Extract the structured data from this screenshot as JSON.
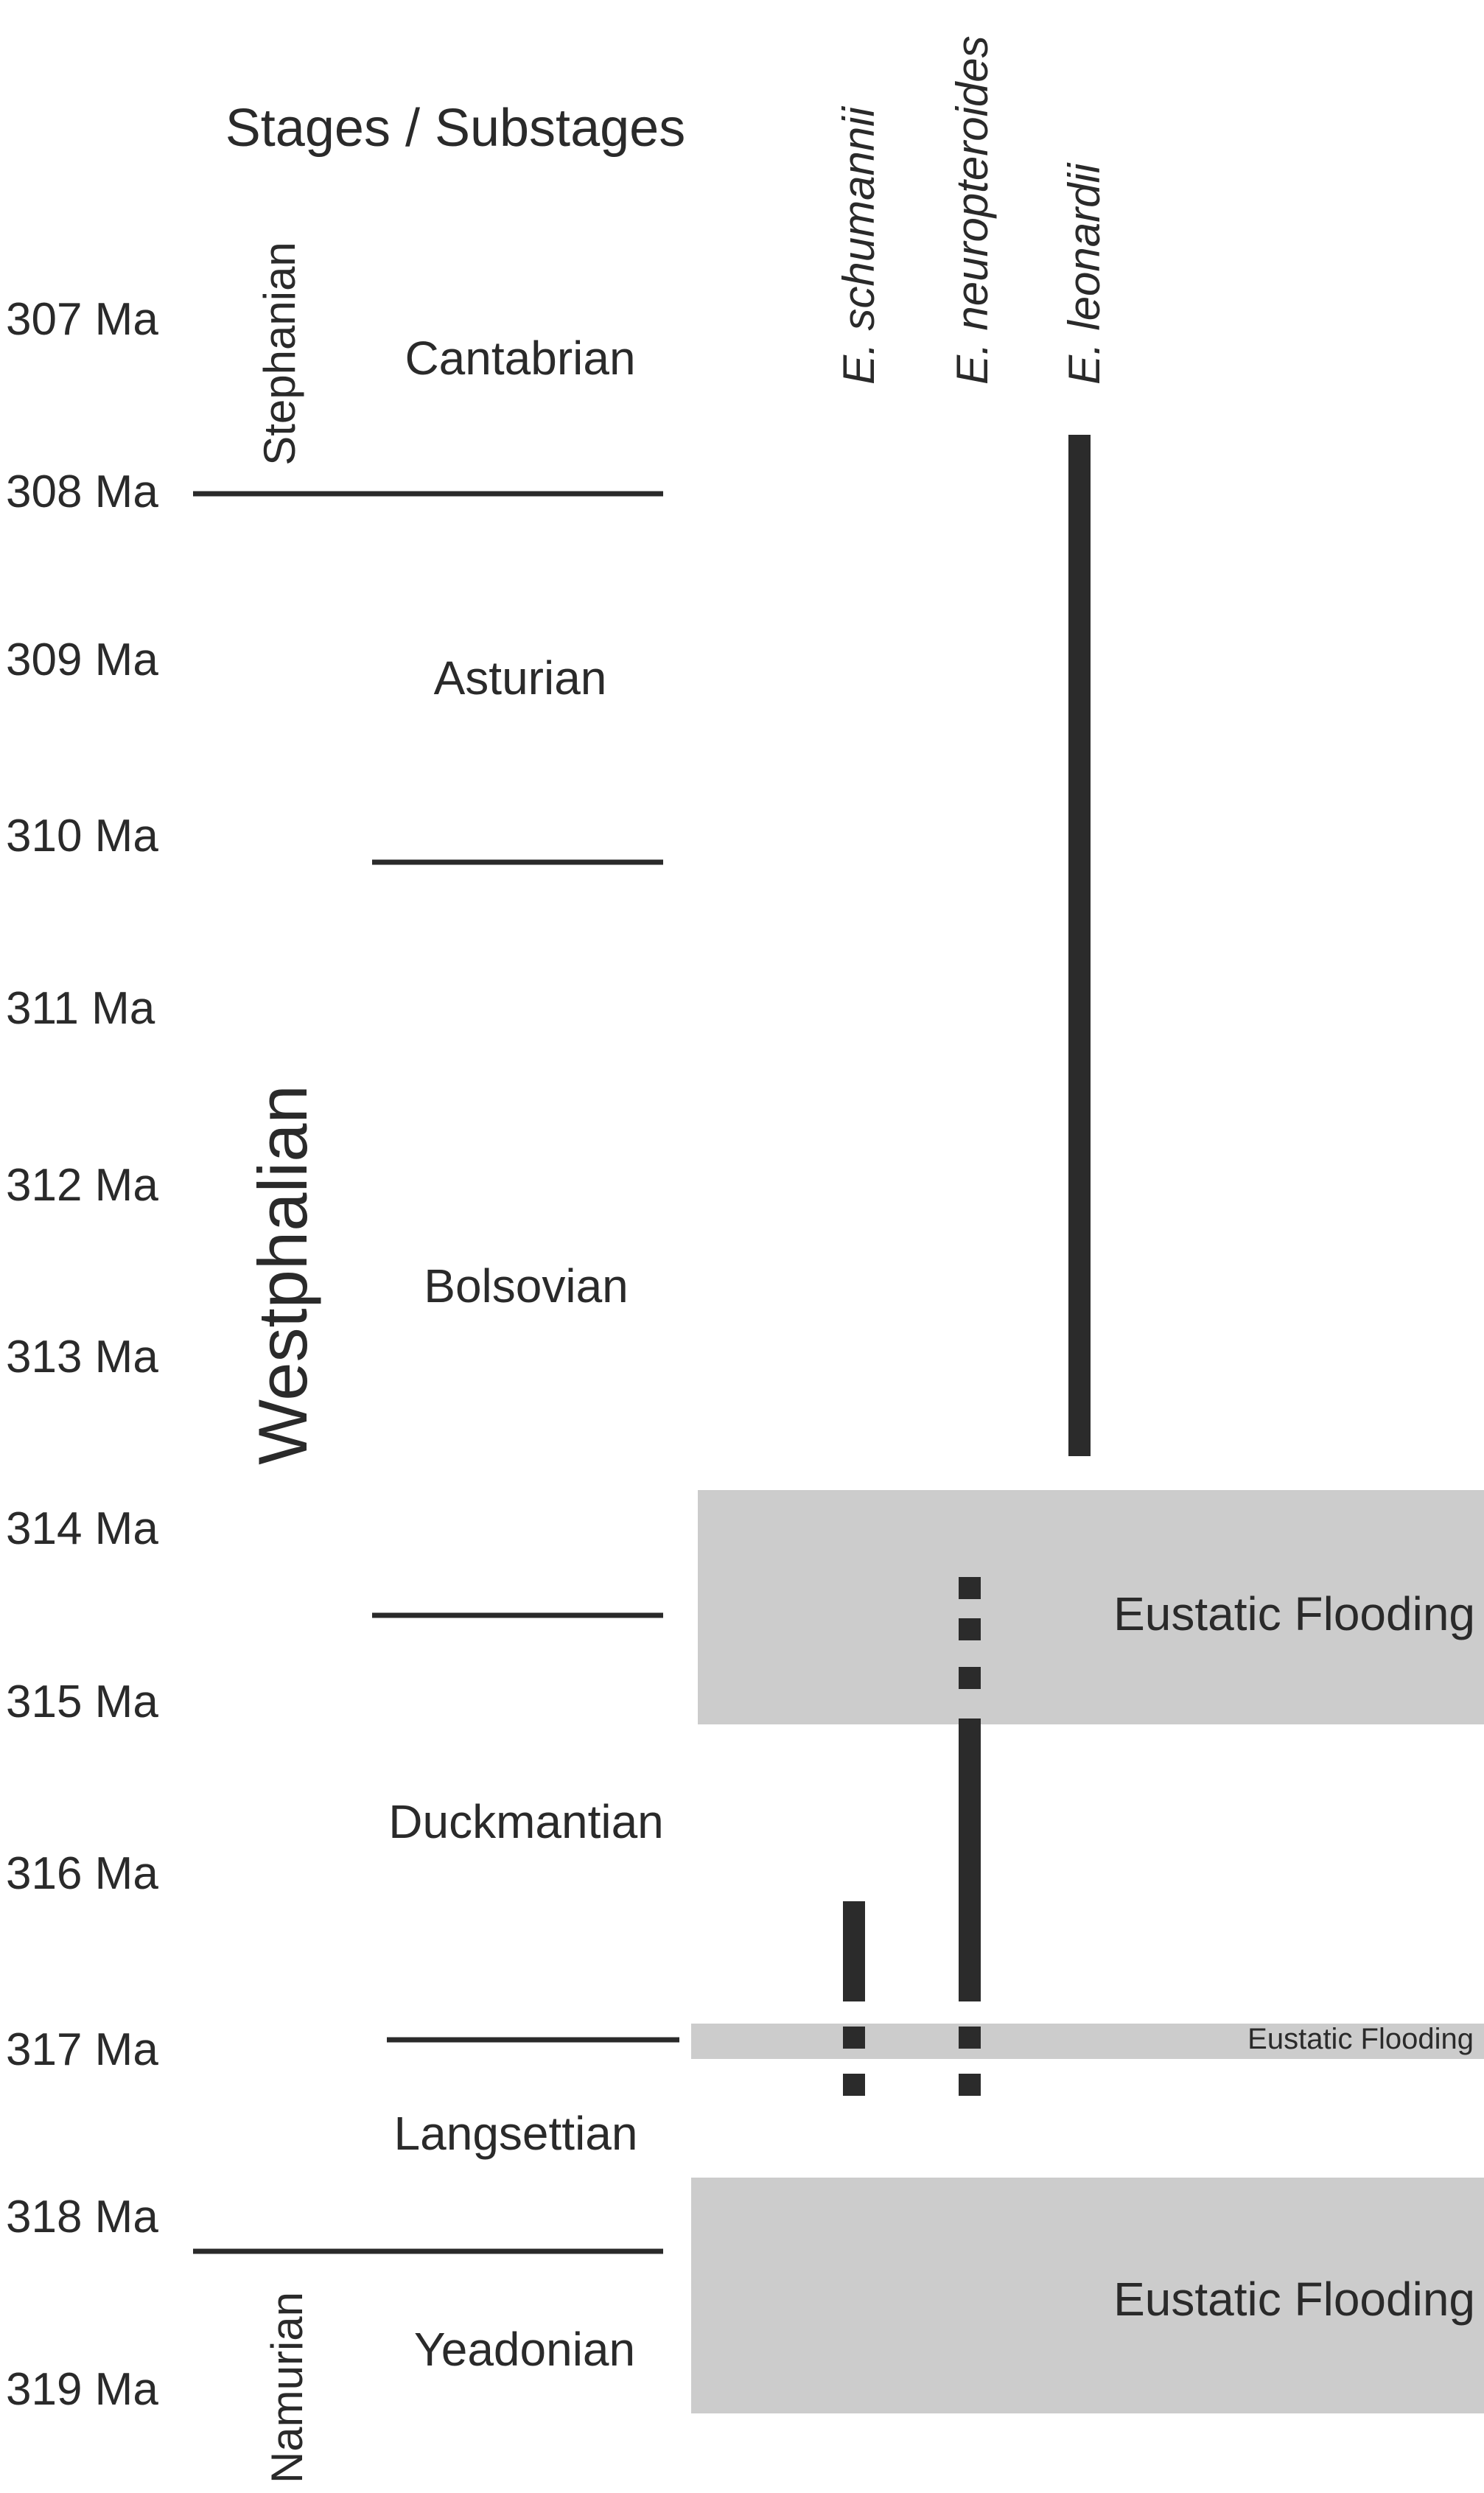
{
  "title": "Stages / Substages",
  "ages": [
    "307 Ma",
    "308 Ma",
    "309 Ma",
    "310 Ma",
    "311 Ma",
    "312 Ma",
    "313 Ma",
    "314 Ma",
    "315 Ma",
    "316 Ma",
    "317 Ma",
    "318 Ma",
    "319 Ma"
  ],
  "stages": [
    {
      "label": "Stephanian"
    },
    {
      "label": "Westphalian"
    },
    {
      "label": "Namurian"
    }
  ],
  "substages": [
    {
      "label": "Cantabrian"
    },
    {
      "label": "Asturian"
    },
    {
      "label": "Bolsovian"
    },
    {
      "label": "Duckmantian"
    },
    {
      "label": "Langsettian"
    },
    {
      "label": "Yeadonian"
    }
  ],
  "species": [
    {
      "label": "E. schumannii"
    },
    {
      "label": "E. neuropteroides"
    },
    {
      "label": "E. leonardii"
    }
  ],
  "flooding_events": [
    {
      "label": "Eustatic Flooding",
      "start_ma": 313.9,
      "end_ma": 315.1
    },
    {
      "label": "Eustatic Flooding",
      "start_ma": 316.9,
      "end_ma": 317.1
    },
    {
      "label": "Eustatic Flooding",
      "start_ma": 317.8,
      "end_ma": 319.1
    }
  ],
  "colors": {
    "ink": "#2a2a2a",
    "flooding_band": "#cccccc",
    "range_bar": "#2b2b2b"
  }
}
